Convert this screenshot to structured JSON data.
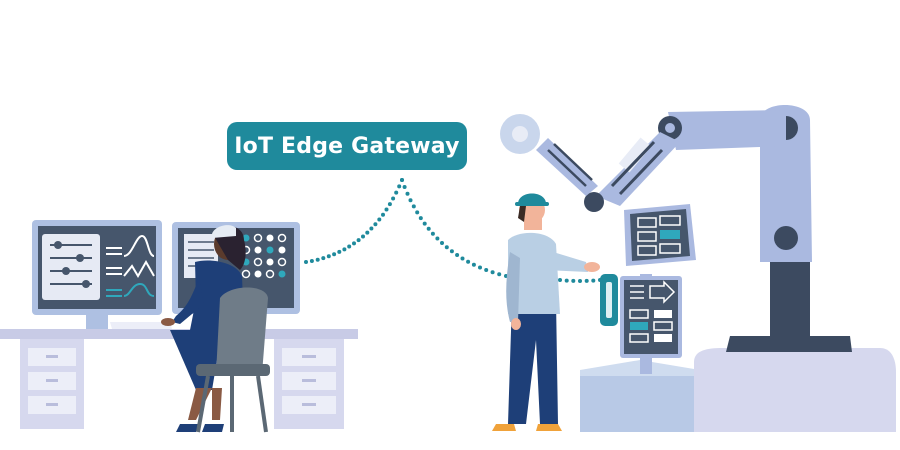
{
  "gateway": {
    "label": "IoT Edge Gateway"
  },
  "colors": {
    "accent": "#1f8a9c",
    "navy": "#1e3f78",
    "desk": "#d6d8ee",
    "robot_light": "#aab9e0",
    "robot_dark": "#3c4a60",
    "monitor_frame": "#aec0e2",
    "screen": "#46566c",
    "skin": "#f2b49a"
  },
  "icons": [
    "wifi-connection-dots",
    "robot-arm",
    "control-panel",
    "workstation-monitor"
  ]
}
